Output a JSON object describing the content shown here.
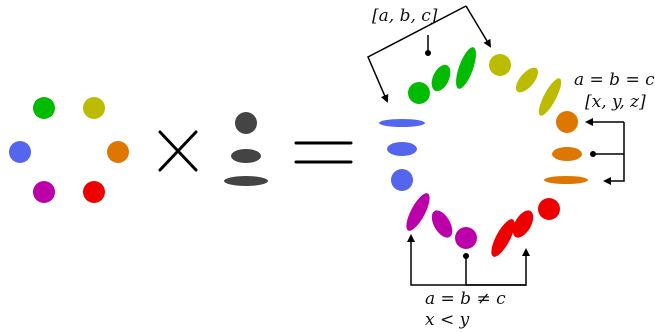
{
  "colors": {
    "green": "#00bb00",
    "olive": "#bbbb00",
    "orange": "#dd7700",
    "red": "#ee0000",
    "magenta": "#bb00aa",
    "blue": "#5566ee",
    "person": "#444444",
    "line": "#000000"
  },
  "annotations": {
    "top": "[a, b, c]",
    "right_line1": "a = b = c",
    "right_line2": "[x, y, z]",
    "bottom_line1": "a = b ≠ c",
    "bottom_line2": "x < y"
  }
}
